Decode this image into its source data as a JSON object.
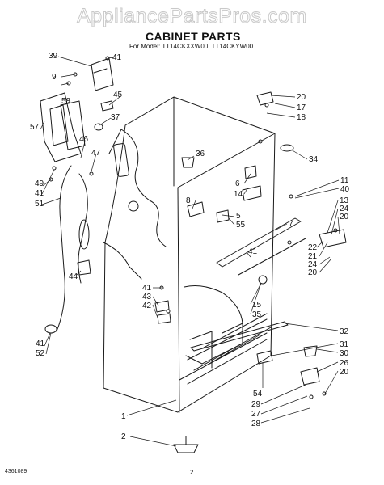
{
  "header": {
    "watermark": "AppliancePartsPros.com",
    "title": "CABINET PARTS",
    "model_line": "For Model: TT14CKXXW00, TT14CKYW00"
  },
  "footer": {
    "document_number": "4361089",
    "page_number": "2"
  },
  "callouts": [
    "39",
    "41",
    "9",
    "45",
    "58",
    "57",
    "37",
    "46",
    "47",
    "49",
    "41",
    "51",
    "44",
    "41",
    "52",
    "20",
    "17",
    "18",
    "34",
    "36",
    "6",
    "14",
    "11",
    "40",
    "8",
    "5",
    "55",
    "13",
    "24",
    "20",
    "7",
    "22",
    "21",
    "24",
    "20",
    "41",
    "15",
    "35",
    "41",
    "43",
    "42",
    "32",
    "31",
    "30",
    "26",
    "20",
    "54",
    "29",
    "27",
    "28",
    "1",
    "2"
  ]
}
